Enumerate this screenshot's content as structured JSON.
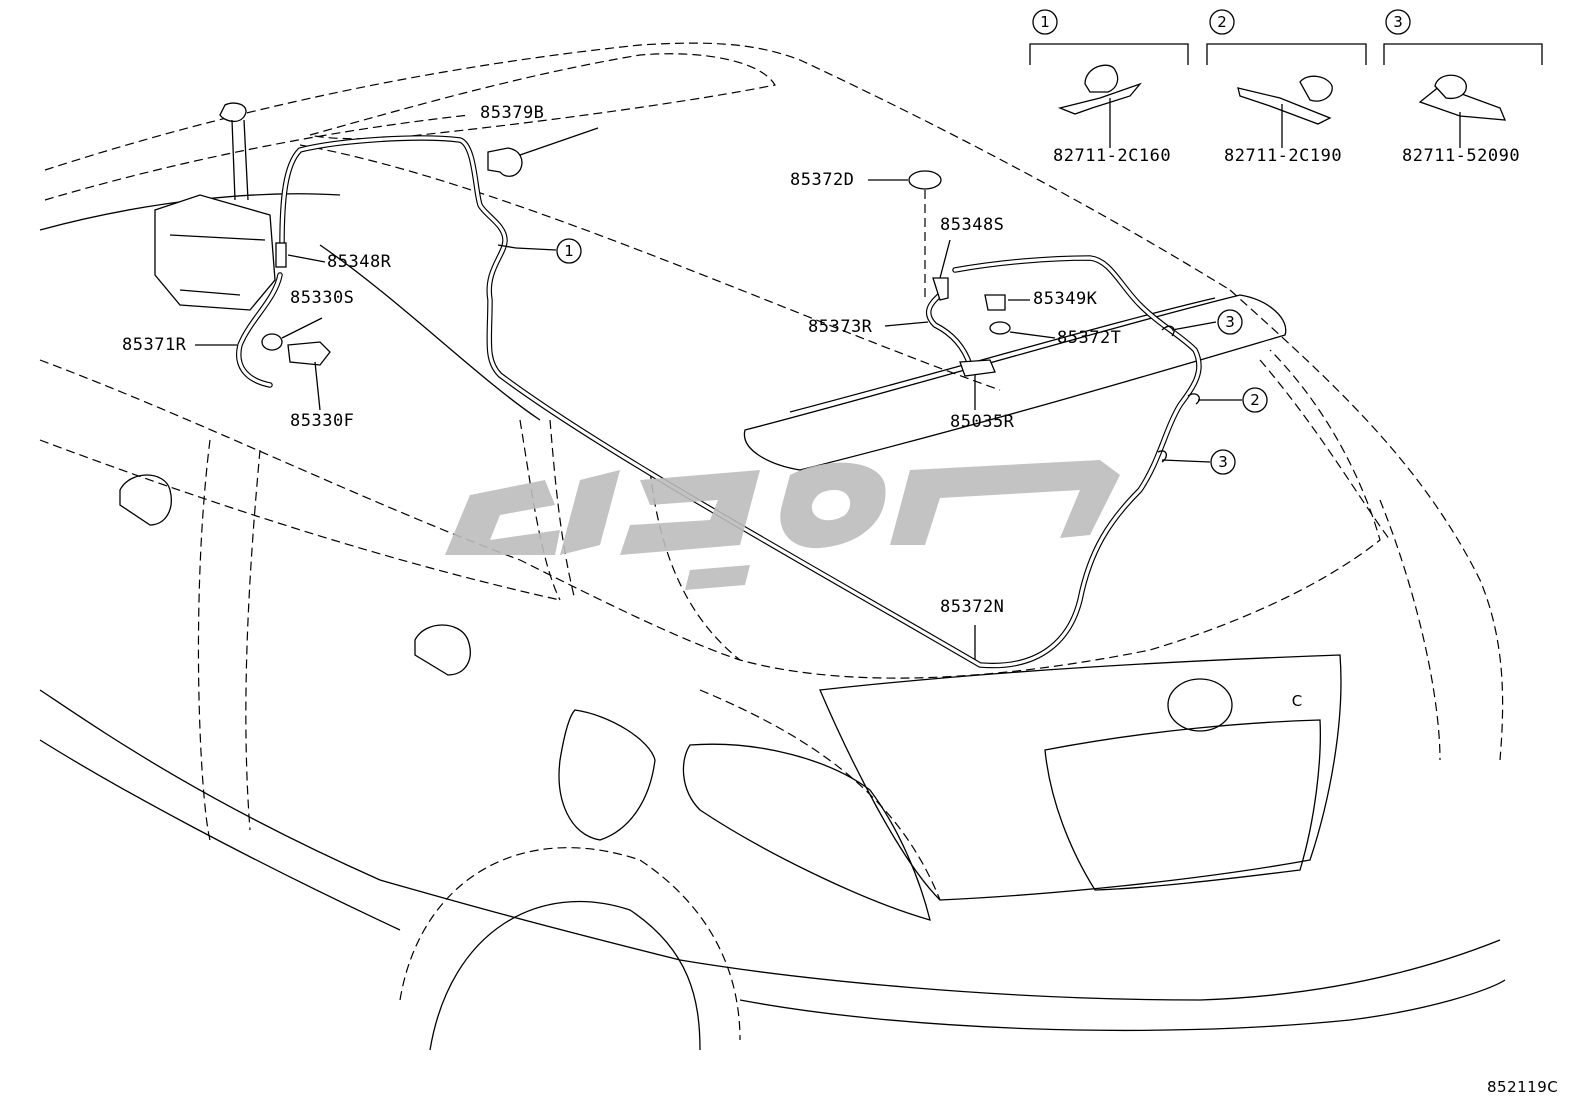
{
  "diagram": {
    "clip_legend": [
      {
        "num": "1",
        "part_no": "82711-2C160"
      },
      {
        "num": "2",
        "part_no": "82711-2C190"
      },
      {
        "num": "3",
        "part_no": "82711-52090"
      }
    ],
    "callouts": {
      "p85379B": "85379B",
      "p85348R": "85348R",
      "p85330S": "85330S",
      "p85371R": "85371R",
      "p85330F": "85330F",
      "p85372D": "85372D",
      "p85348S": "85348S",
      "p85349K": "85349K",
      "p85373R": "85373R",
      "p85372T": "85372T",
      "p85035R": "85035R",
      "p85372N": "85372N"
    },
    "clip_markers": {
      "m1": "1",
      "m3a": "3",
      "m2": "2",
      "m3b": "3"
    },
    "figure_id": "852119C"
  }
}
